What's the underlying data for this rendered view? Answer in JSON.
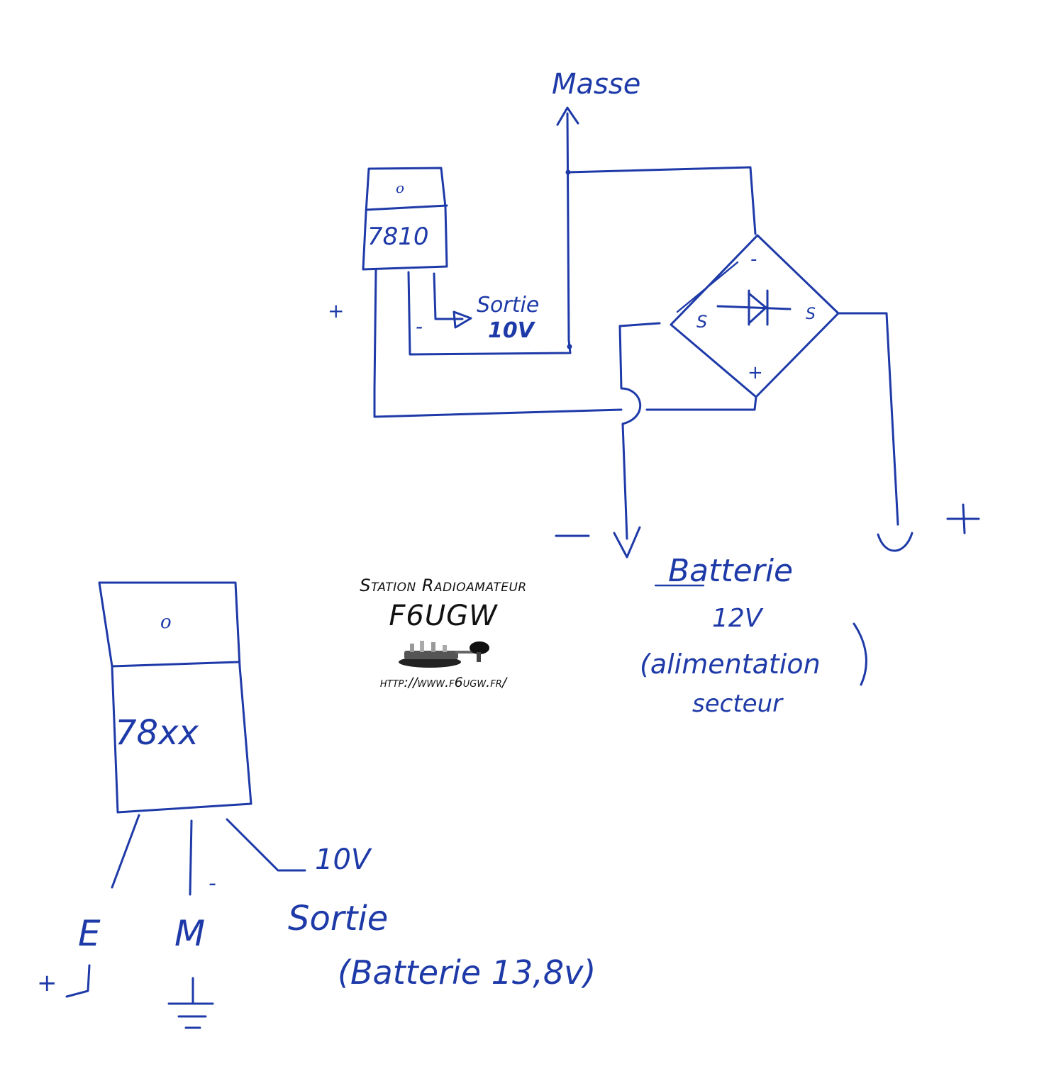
{
  "diagram": {
    "top_circuit": {
      "masse_label": "Masse",
      "regulator_label": "7810",
      "regulator_tab_mark": "o",
      "plus_input_label": "+",
      "minus_pin_label": "-",
      "sortie_label": "Sortie",
      "sortie_voltage": "10V",
      "bridge_top_label": "-",
      "bridge_bottom_label": "+",
      "bridge_left_label": "S",
      "bridge_right_label": "S",
      "minus_terminal_label": "−",
      "plus_terminal_label": "+",
      "battery_label_1": "Batterie",
      "battery_label_2": "12V",
      "battery_label_3": "(alimentation",
      "battery_label_4": "secteur"
    },
    "bottom_regulator": {
      "regulator_label": "78xx",
      "tab_mark": "o",
      "output_voltage": "10V",
      "minus_label": "-",
      "pin_e_label": "E",
      "pin_m_label": "M",
      "plus_label": "+",
      "sortie_label": "Sortie",
      "sortie_note": "(Batterie 13,8v)"
    }
  },
  "watermark": {
    "title": "Station Radioamateur",
    "callsign": "F6UGW",
    "logo_icon": "morse-key-icon",
    "url": "http://www.f6ugw.fr/"
  },
  "colors": {
    "ink": "#1e3aa8",
    "watermark": "#111111"
  }
}
